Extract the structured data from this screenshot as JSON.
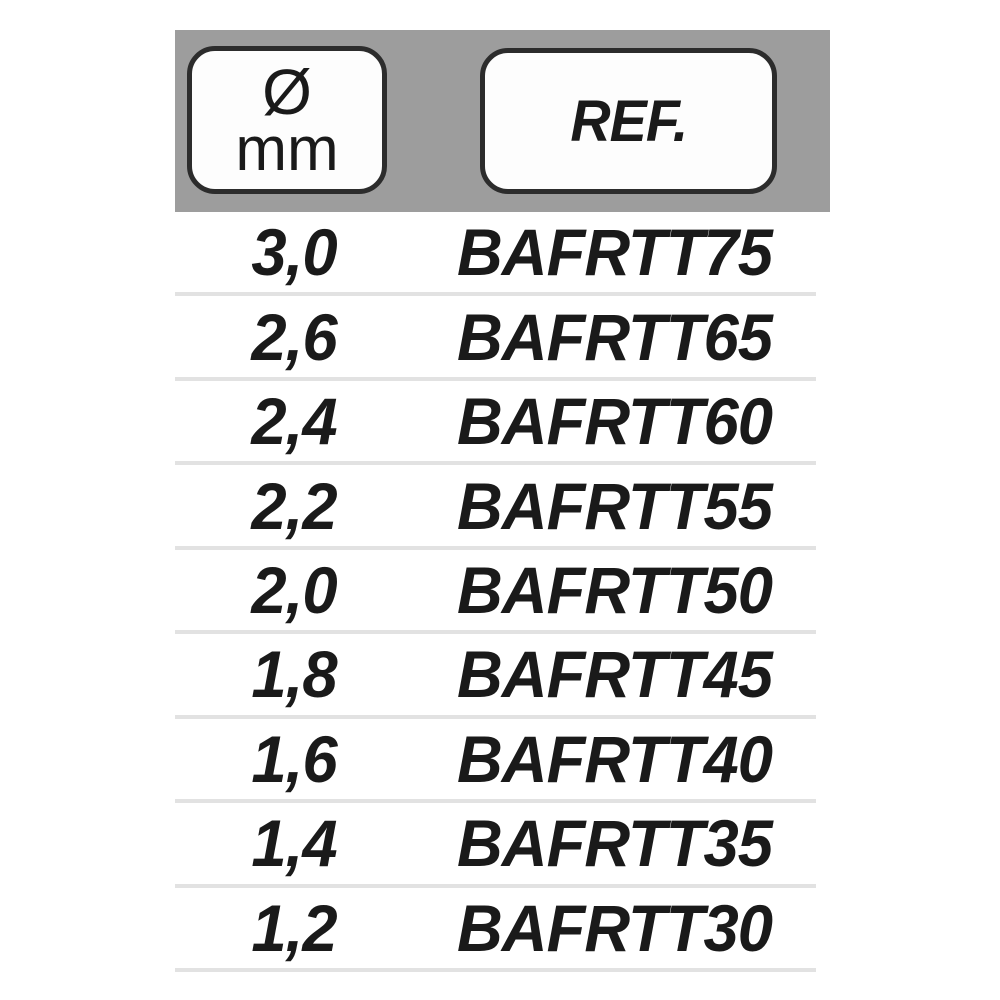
{
  "header": {
    "diameter_symbol": "Ø",
    "diameter_unit": "mm",
    "ref_label": "REF."
  },
  "table": {
    "columns": [
      {
        "id": "diameter_mm",
        "label": "Ø mm"
      },
      {
        "id": "ref",
        "label": "REF."
      }
    ],
    "rows": [
      {
        "diameter_mm": "3,0",
        "ref": "BAFRTT75"
      },
      {
        "diameter_mm": "2,6",
        "ref": "BAFRTT65"
      },
      {
        "diameter_mm": "2,4",
        "ref": "BAFRTT60"
      },
      {
        "diameter_mm": "2,2",
        "ref": "BAFRTT55"
      },
      {
        "diameter_mm": "2,0",
        "ref": "BAFRTT50"
      },
      {
        "diameter_mm": "1,8",
        "ref": "BAFRTT45"
      },
      {
        "diameter_mm": "1,6",
        "ref": "BAFRTT40"
      },
      {
        "diameter_mm": "1,4",
        "ref": "BAFRTT35"
      },
      {
        "diameter_mm": "1,2",
        "ref": "BAFRTT30"
      }
    ]
  },
  "colors": {
    "header_band": "#9d9d9d",
    "pill_border": "#2c2c2c",
    "pill_fill": "#fdfdfd",
    "separator": "#e2e2e2",
    "text": "#1a1a1a",
    "background": "#ffffff"
  }
}
